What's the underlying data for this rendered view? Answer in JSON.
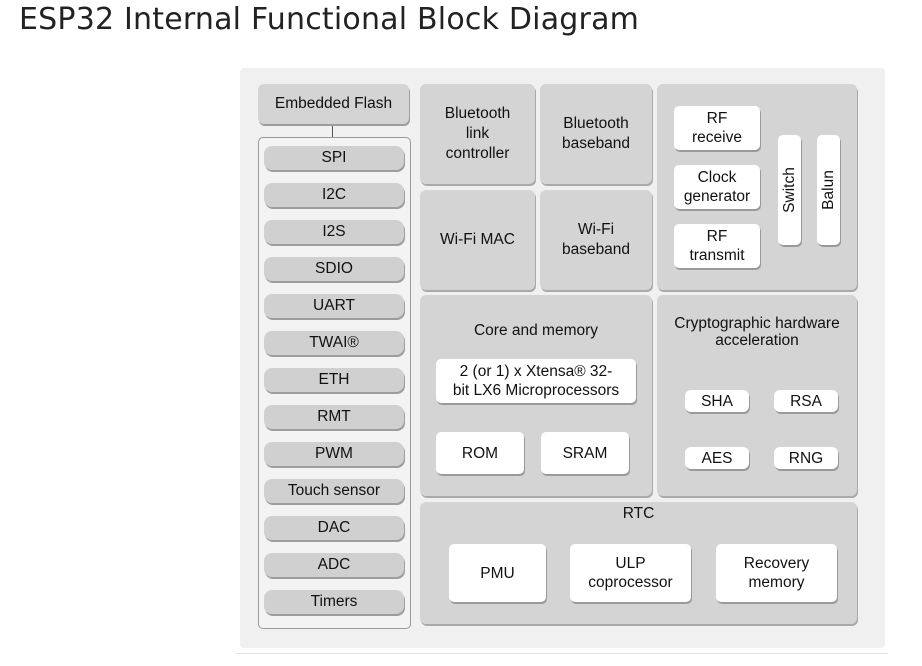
{
  "title": "ESP32 Internal Functional Block Diagram",
  "flash": {
    "label": "Embedded Flash"
  },
  "peripherals": [
    "SPI",
    "I2C",
    "I2S",
    "SDIO",
    "UART",
    "TWAI®",
    "ETH",
    "RMT",
    "PWM",
    "Touch sensor",
    "DAC",
    "ADC",
    "Timers"
  ],
  "bluetooth": {
    "link_controller": "Bluetooth\nlink\ncontroller",
    "baseband": "Bluetooth\nbaseband"
  },
  "wifi": {
    "mac": "Wi-Fi MAC",
    "baseband": "Wi-Fi\nbaseband"
  },
  "rf": {
    "receive": "RF\nreceive",
    "clock": "Clock\ngenerator",
    "transmit": "RF\ntransmit",
    "switch": "Switch",
    "balun": "Balun"
  },
  "core": {
    "title": "Core and memory",
    "cpu": "2 (or 1) x Xtensa® 32-\nbit LX6 Microprocessors",
    "rom": "ROM",
    "sram": "SRAM"
  },
  "crypto": {
    "title": "Cryptographic hardware\nacceleration",
    "sha": "SHA",
    "rsa": "RSA",
    "aes": "AES",
    "rng": "RNG"
  },
  "rtc": {
    "title": "RTC",
    "pmu": "PMU",
    "ulp": "ULP\ncoprocessor",
    "recovery": "Recovery\nmemory"
  }
}
